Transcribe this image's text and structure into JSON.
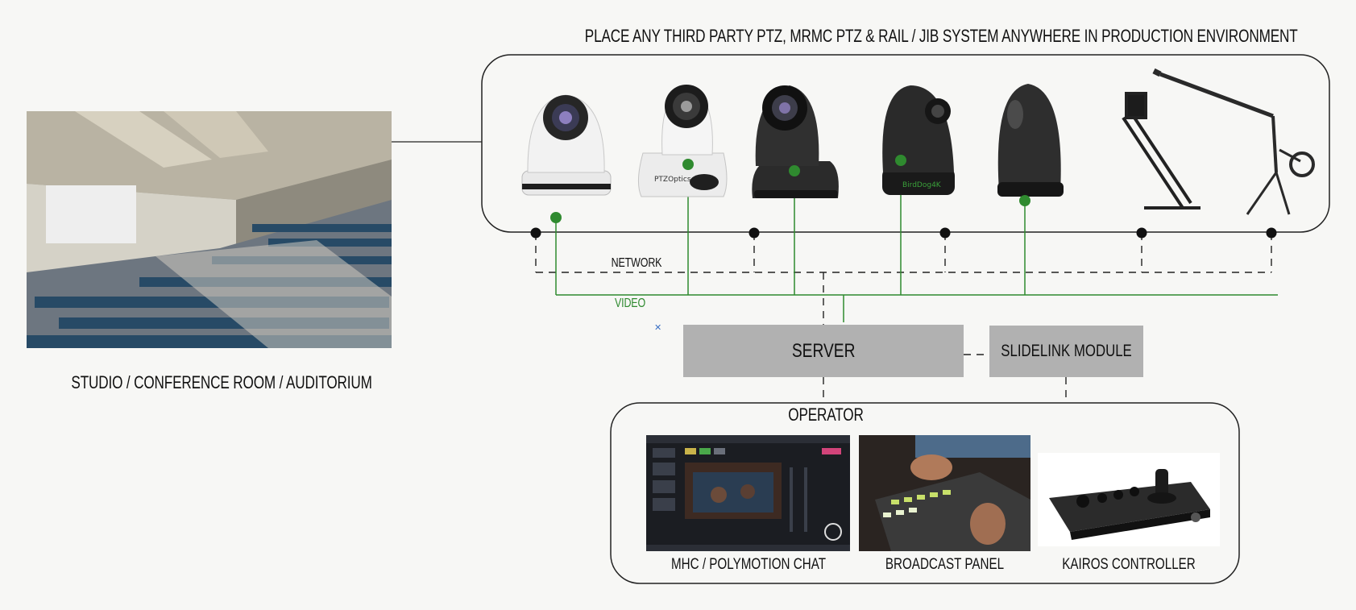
{
  "header": {
    "title": "PLACE ANY THIRD PARTY PTZ, MRMC PTZ & RAIL / JIB SYSTEM ANYWHERE IN PRODUCTION ENVIRONMENT"
  },
  "studio": {
    "label": "STUDIO / CONFERENCE ROOM / AUDITORIUM"
  },
  "links": {
    "network": "NETWORK",
    "video": "VIDEO"
  },
  "nodes": {
    "server": "SERVER",
    "slidelink": "SLIDELINK MODULE"
  },
  "operator": {
    "title": "OPERATOR",
    "devices": [
      "MHC / POLYMOTION CHAT",
      "BROADCAST PANEL",
      "KAIROS CONTROLLER"
    ]
  },
  "camera_brands": [
    "PTZOptics",
    "BirdDog4K"
  ],
  "colors": {
    "video_line": "#2f8a2f",
    "network_line": "#222222",
    "box_fill": "#b1b1b1"
  }
}
